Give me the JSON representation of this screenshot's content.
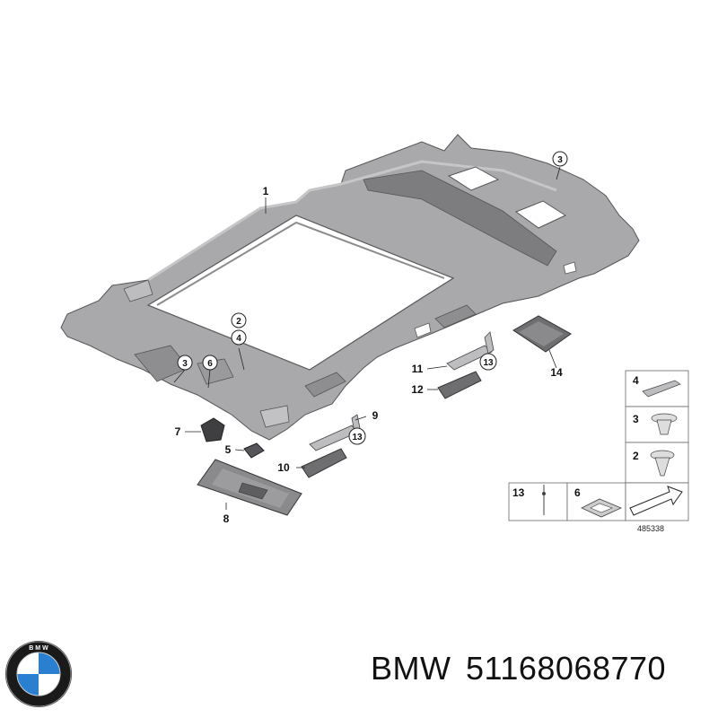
{
  "diagram": {
    "callouts": [
      {
        "id": "c1",
        "text": "1",
        "circled": false
      },
      {
        "id": "c3top",
        "text": "3",
        "circled": true
      },
      {
        "id": "c2",
        "text": "2",
        "circled": true
      },
      {
        "id": "c4",
        "text": "4",
        "circled": true
      },
      {
        "id": "c3left",
        "text": "3",
        "circled": true
      },
      {
        "id": "c6",
        "text": "6",
        "circled": true
      },
      {
        "id": "c7",
        "text": "7",
        "circled": false
      },
      {
        "id": "c5",
        "text": "5",
        "circled": false
      },
      {
        "id": "c8",
        "text": "8",
        "circled": false
      },
      {
        "id": "c9",
        "text": "9",
        "circled": false
      },
      {
        "id": "c13mid",
        "text": "13",
        "circled": true
      },
      {
        "id": "c10",
        "text": "10",
        "circled": false
      },
      {
        "id": "c11",
        "text": "11",
        "circled": false
      },
      {
        "id": "c12",
        "text": "12",
        "circled": false
      },
      {
        "id": "c13right",
        "text": "13",
        "circled": true
      },
      {
        "id": "c14",
        "text": "14",
        "circled": false
      }
    ],
    "legend": {
      "items": [
        {
          "text": "4"
        },
        {
          "text": "3"
        },
        {
          "text": "2"
        },
        {
          "text": "13"
        },
        {
          "text": "6"
        }
      ],
      "ref_number": "485338"
    }
  },
  "caption": {
    "brand": "BMW",
    "part_number": "51168068770",
    "logo_name": "bmw-roundel-logo",
    "logo_lettering": "BMW",
    "colors": {
      "logo_blue": "#2a7fd0",
      "logo_white": "#ffffff",
      "logo_ring": "#1a1a1a",
      "part_gray": "#a9a9ab"
    }
  }
}
